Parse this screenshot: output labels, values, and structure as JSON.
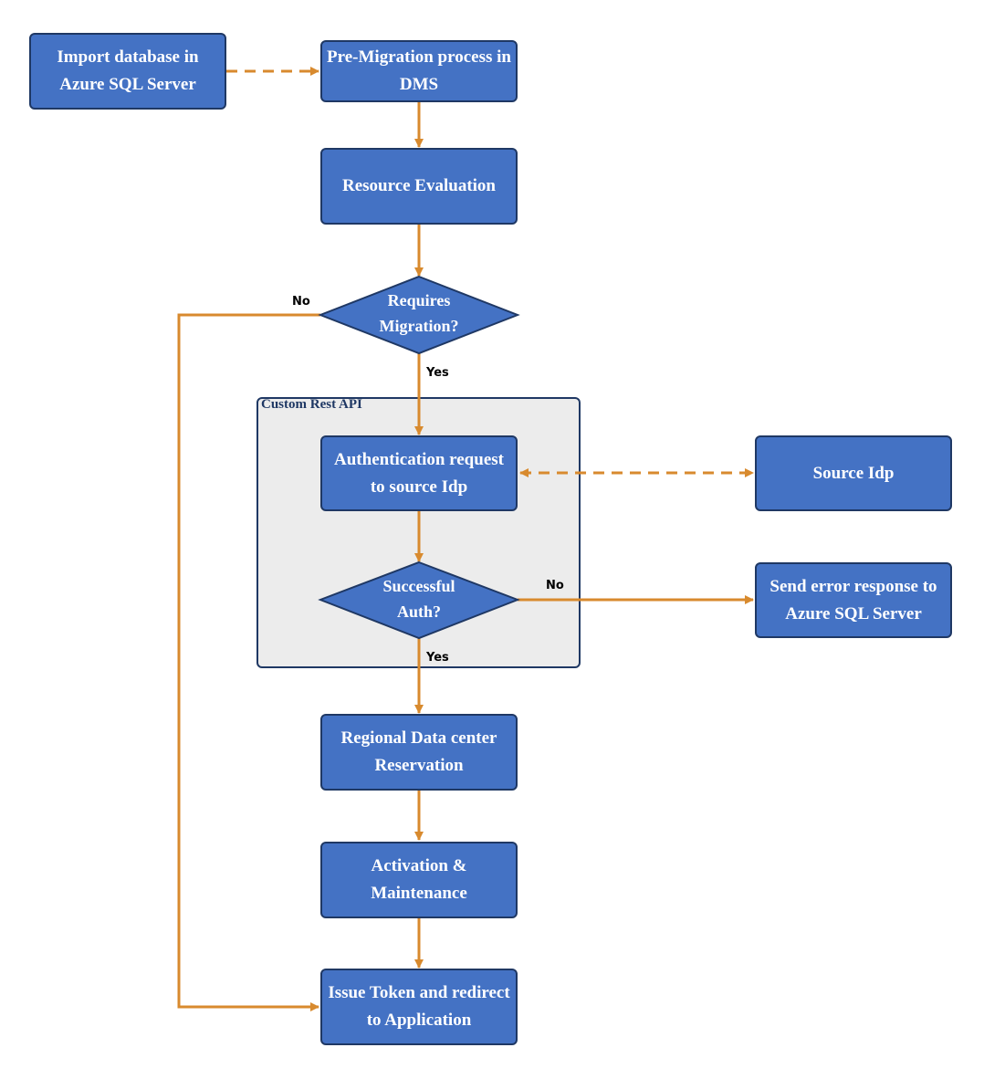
{
  "colors": {
    "node_fill": "#4472c4",
    "node_border": "#1f3864",
    "connector": "#d88a2e",
    "group_fill": "#ececec"
  },
  "group": {
    "title": "Custom Rest API"
  },
  "nodes": {
    "import_db": "Import database in Azure SQL Server",
    "pre_migration": "Pre-Migration process in DMS",
    "resource_eval": "Resource Evaluation",
    "requires_migration": "Requires Migration?",
    "auth_request": "Authentication request to source Idp",
    "source_idp": "Source Idp",
    "successful_auth": "Successful Auth?",
    "send_error": "Send error response to Azure SQL Server",
    "regional_dc": "Regional Data center Reservation",
    "activation": "Activation & Maintenance",
    "issue_token": "Issue Token and redirect to Application"
  },
  "edge_labels": {
    "requires_no": "No",
    "requires_yes": "Yes",
    "auth_no": "No",
    "auth_yes": "Yes"
  }
}
